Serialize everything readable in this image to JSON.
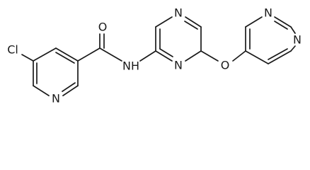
{
  "atoms": {
    "cl": "Cl",
    "n_pyridine": "N",
    "o_carbonyl": "O",
    "n_amide": "NH",
    "n_pyrazine_top": "N",
    "n_pyrazine_bottom": "N",
    "o_ether": "O",
    "n_pyrimidine_top": "N",
    "n_pyrimidine_right": "N"
  }
}
